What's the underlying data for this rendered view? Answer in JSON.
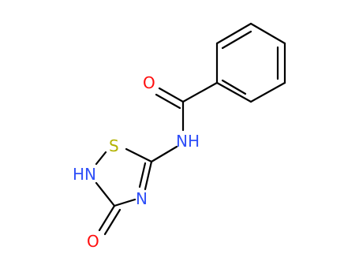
{
  "molecule": {
    "atoms": {
      "o_carbonyl": {
        "label": "O",
        "color": "#ff0d0d"
      },
      "nh_amide": {
        "label": "NH",
        "color": "#3050f8"
      },
      "s_ring": {
        "label": "S",
        "color": "#b2b200"
      },
      "hn_ring": {
        "label": "HN",
        "color": "#3050f8"
      },
      "n_ring": {
        "label": "N",
        "color": "#3050f8"
      },
      "o_ring": {
        "label": "O",
        "color": "#ff0d0d"
      }
    }
  }
}
